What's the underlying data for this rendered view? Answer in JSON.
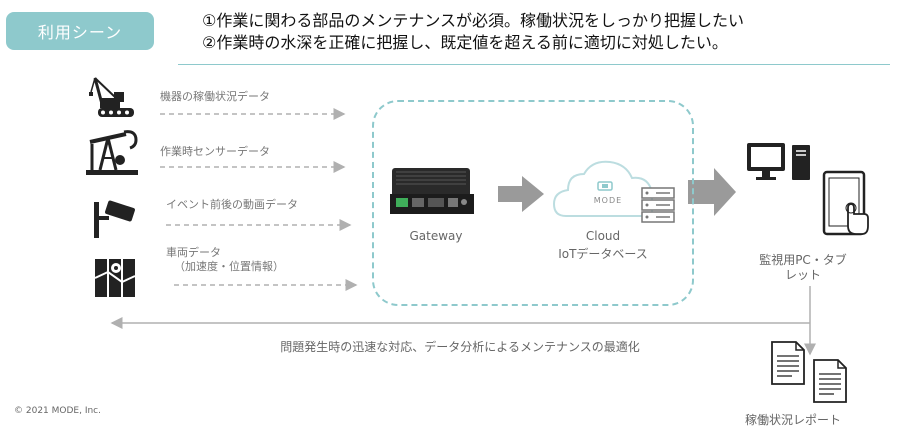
{
  "scene_label": "利用シーン",
  "headline": [
    "①作業に関わる部品のメンテナンスが必須。稼働状況をしっかり把握したい",
    "②作業時の水深を正確に把握し、既定値を超える前に適切に対処したい。"
  ],
  "sources": [
    {
      "label": "機器の稼働状況データ",
      "icon": "crane-icon"
    },
    {
      "label": "作業時センサーデータ",
      "icon": "pump-jack-icon"
    },
    {
      "label": "イベント前後の動画データ",
      "icon": "security-camera-icon"
    },
    {
      "label": "車両データ",
      "sublabel": "（加速度・位置情報）",
      "icon": "map-icon"
    }
  ],
  "gateway_label": "Gateway",
  "cloud_badge": "MODE",
  "cloud_label": "Cloud",
  "cloud_sublabel": "IoTデータベース",
  "monitor_label_line1": "監視用PC・タブ",
  "monitor_label_line2": "レット",
  "feedback_label": "問題発生時の迅速な対応、データ分析によるメンテナンスの最適化",
  "report_label": "稼働状況レポート",
  "copyright": "© 2021 MODE, Inc.",
  "colors": {
    "accent": "#8ec9cc",
    "arrow": "#9a9a9a",
    "icon": "#222222"
  }
}
